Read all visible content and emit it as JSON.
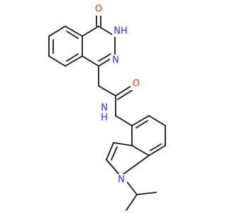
{
  "atom_labels": {
    "ketone_oxygen": "O",
    "amide_oxygen": "O",
    "ring_nh": "NH",
    "ring_n": "N",
    "amide_nh": "N",
    "amide_h": "H",
    "indole_n": "N"
  },
  "colors": {
    "bond": "#1a1a1a",
    "oxygen": "#ff2a2a",
    "nitrogen": "#2a2aff",
    "background": "#ffffff"
  }
}
